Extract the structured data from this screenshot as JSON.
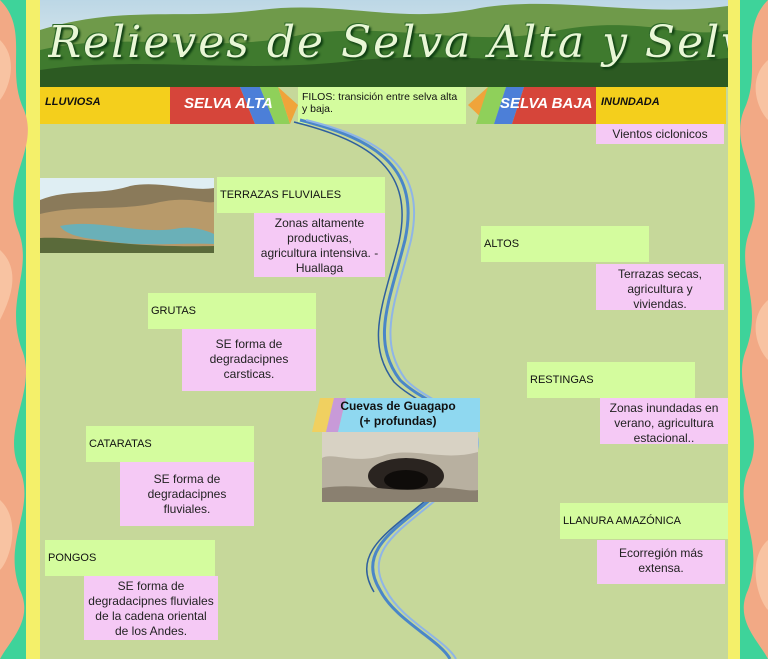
{
  "banner": {
    "title": "Relieves de Selva Alta y Selva Baja"
  },
  "header": {
    "left_tab": "LLUVIOSA",
    "selva_alta": "SELVA ALTA",
    "filos": "FILOS: transición entre selva alta y baja.",
    "selva_baja": "SELVA BAJA",
    "right_tab": "INUNDADA",
    "vientos": "Vientos ciclonicos"
  },
  "left_items": [
    {
      "label": "TERRAZAS FLUVIALES",
      "desc": "Zonas altamente productivas, agricultura intensiva. -Huallaga"
    },
    {
      "label": "GRUTAS",
      "desc": "SE forma de degradacipnes carsticas."
    },
    {
      "label": "CATARATAS",
      "desc": "SE forma de degradacipnes fluviales."
    },
    {
      "label": "PONGOS",
      "desc": "SE forma de degradacipnes fluviales de la cadena oriental de los Andes."
    }
  ],
  "right_items": [
    {
      "label": "ALTOS",
      "desc": "Terrazas secas, agricultura y viviendas."
    },
    {
      "label": "RESTINGAS",
      "desc": "Zonas inundadas en verano, agricultura estacional.."
    },
    {
      "label": "LLANURA AMAZÓNICA",
      "desc": "Ecorregión más extensa."
    }
  ],
  "center": {
    "cueva_title": "Cuevas de Guagapo",
    "cueva_sub": "(+ profundas)"
  }
}
